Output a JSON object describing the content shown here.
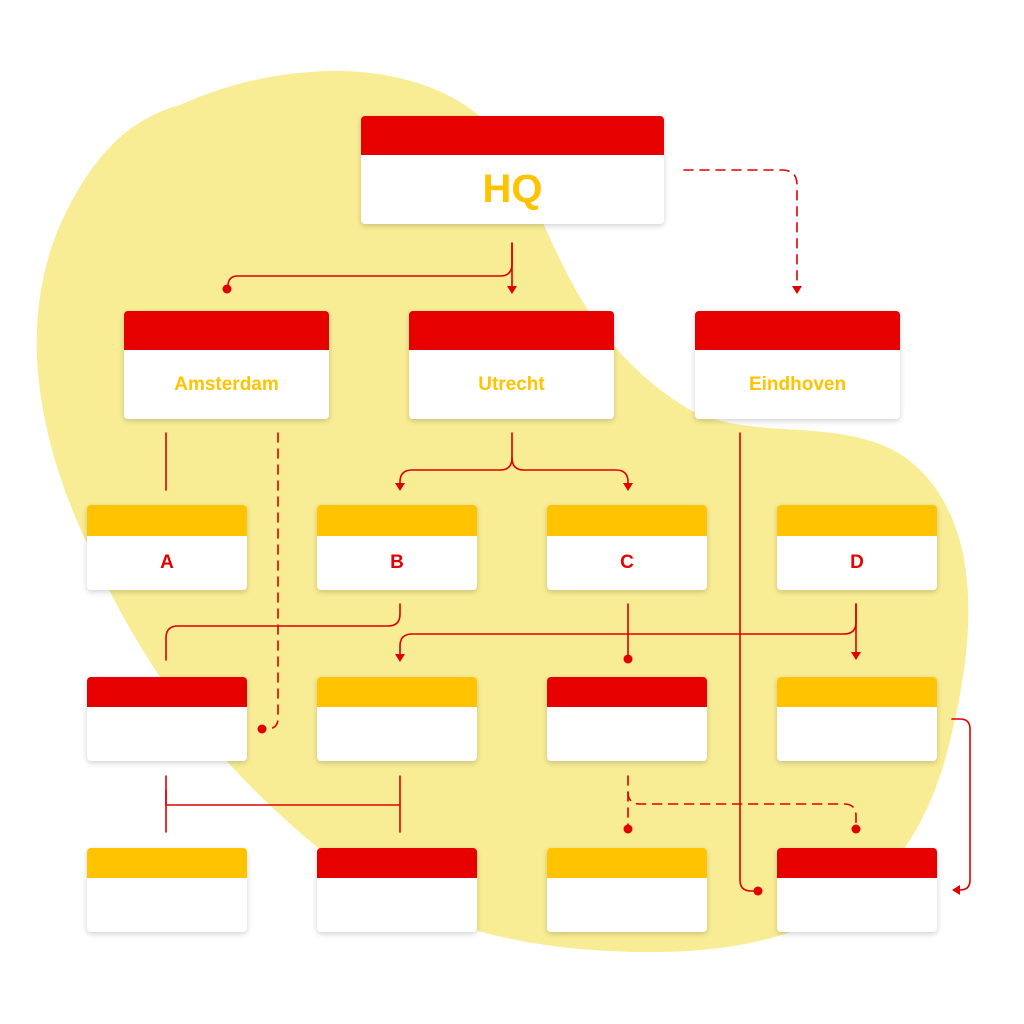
{
  "colors": {
    "red": "#e60000",
    "yellow": "#ffc300",
    "blob": "#f8ec94",
    "connector": "#e00000",
    "white": "#ffffff"
  },
  "hq": {
    "label": "HQ"
  },
  "cities": [
    {
      "label": "Amsterdam"
    },
    {
      "label": "Utrecht"
    },
    {
      "label": "Eindhoven"
    }
  ],
  "branches": [
    {
      "label": "A"
    },
    {
      "label": "B"
    },
    {
      "label": "C"
    },
    {
      "label": "D"
    }
  ],
  "row4": [
    {
      "header": "red"
    },
    {
      "header": "yellow"
    },
    {
      "header": "red"
    },
    {
      "header": "yellow"
    }
  ],
  "row5": [
    {
      "header": "yellow"
    },
    {
      "header": "red"
    },
    {
      "header": "yellow"
    },
    {
      "header": "red"
    }
  ]
}
